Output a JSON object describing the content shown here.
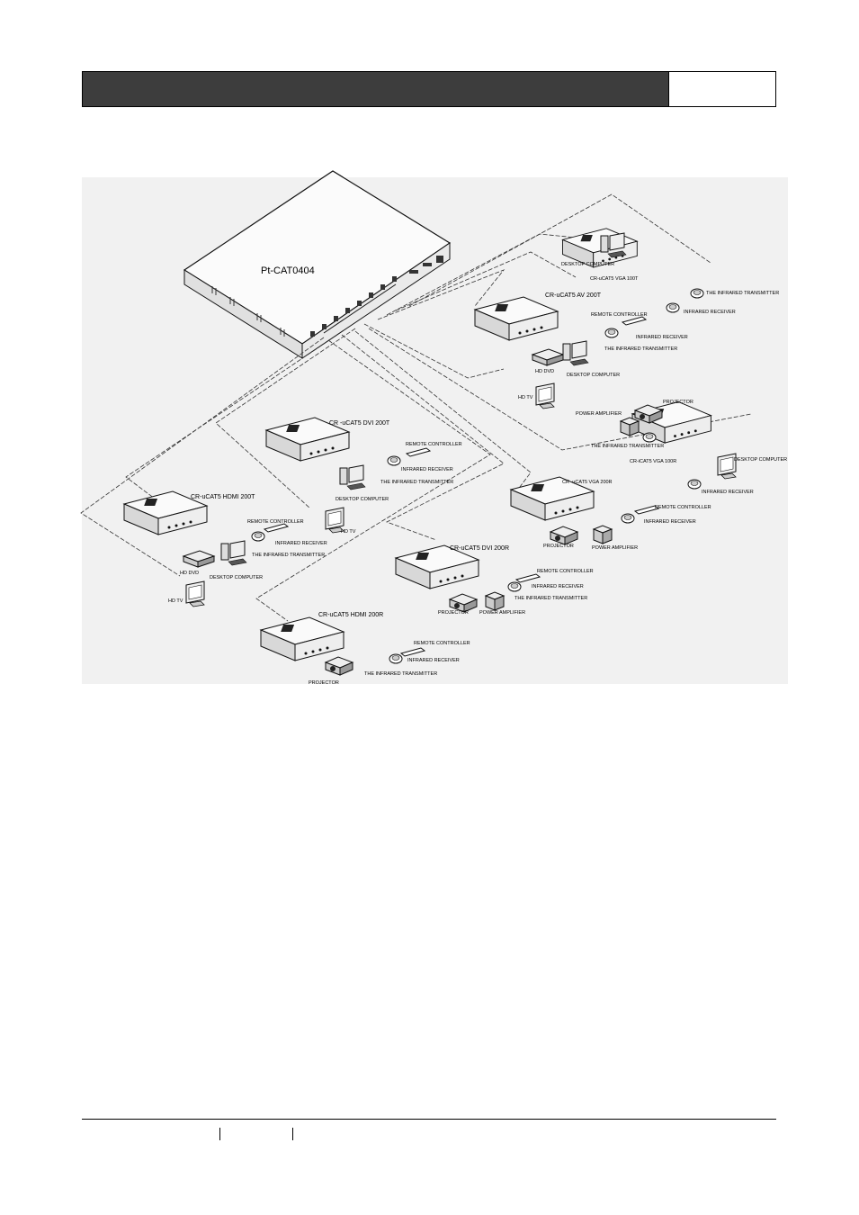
{
  "diagram": {
    "main_unit": "Pt-CAT0404",
    "models": {
      "vga100t": "CR-uCAT5  VGA  100T",
      "av200t": "CR-uCAT5 AV 200T",
      "dvi200t": "CR -uCAT5  DVI  200T",
      "hdmi200t": "CR-uCAT5 HDMI 200T",
      "vga100r": "CR-iCAT5 VGA 100R",
      "vga200r": "CR -uCAT5  VGA  200R",
      "dvi200r": "CR-uCAT5  DVI  200R",
      "hdmi200r": "CR-uCAT5 HDMI 200R"
    },
    "devices": {
      "desktop_computer": "DESKTOP COMPUTER",
      "desktop_computer_alt": "DESKTOP COMPUTER",
      "ir_transmitter": "THE INFRARED TRANSMITTER",
      "ir_receiver": "INFRARED RECEIVER",
      "remote_controller": "REMOTE CONTROLLER",
      "hd_dvd": "HD DVD",
      "hd_tv": "HD TV",
      "projector": "PROJECTOR",
      "power_amplifier": "POWER AMPLIFIER"
    }
  }
}
